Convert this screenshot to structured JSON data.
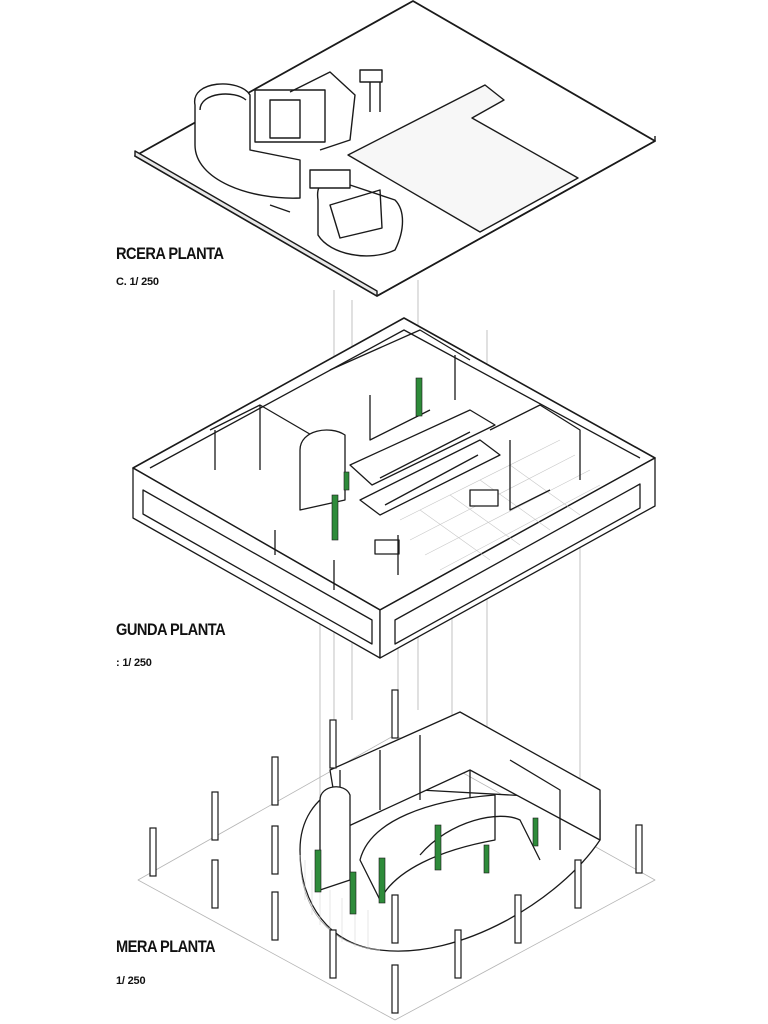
{
  "levels": [
    {
      "title": "RCERA PLANTA",
      "scale": "C. 1/ 250"
    },
    {
      "title": "GUNDA PLANTA",
      "scale": ": 1/ 250"
    },
    {
      "title": "MERA PLANTA",
      "scale": "1/ 250"
    }
  ],
  "colors": {
    "line": "#1a1a1a",
    "highlight": "#2e8b3a",
    "guide": "#9a9a9a"
  }
}
